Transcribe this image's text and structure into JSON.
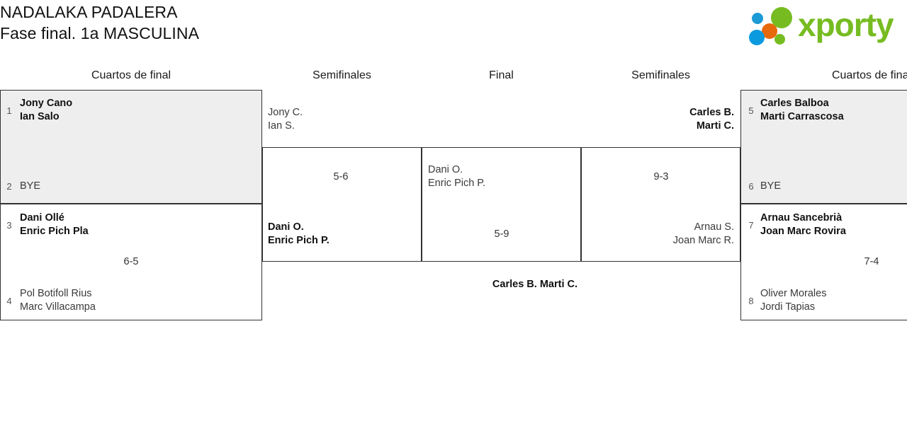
{
  "header": {
    "title_line1": "NADALAKA PADALERA",
    "title_line2": "Fase final. 1a MASCULINA",
    "logo_text": "xporty"
  },
  "rounds": {
    "qf_left": "Cuartos de final",
    "sf_left": "Semifinales",
    "final": "Final",
    "sf_right": "Semifinales",
    "qf_right": "Cuartos de final"
  },
  "bracket": {
    "quarterfinals_left": [
      {
        "score": "",
        "top": {
          "seed": "1",
          "player1": "Jony Cano",
          "player2": "Ian Salo",
          "result": "winner"
        },
        "bottom": {
          "seed": "2",
          "player1": "BYE",
          "player2": "",
          "result": "loser"
        }
      },
      {
        "score": "6-5",
        "top": {
          "seed": "3",
          "player1": "Dani Ollé",
          "player2": "Enric Pich Pla",
          "result": "winner"
        },
        "bottom": {
          "seed": "4",
          "player1": "Pol Botifoll Rius",
          "player2": "Marc Villacampa",
          "result": "loser"
        }
      }
    ],
    "semifinal_left": {
      "score": "5-6",
      "top": {
        "player1": "Jony C.",
        "player2": "Ian S.",
        "result": "loser"
      },
      "bottom": {
        "player1": "Dani O.",
        "player2": "Enric Pich P.",
        "result": "winner"
      }
    },
    "final": {
      "score": "5-9",
      "left": {
        "player1": "Dani O.",
        "player2": "Enric Pich P.",
        "result": "loser"
      },
      "right": {
        "player1": "Carles B.",
        "player2": "Marti C.",
        "result": "winner"
      },
      "champion": {
        "player1": "Carles B.",
        "player2": "Marti C."
      }
    },
    "semifinal_right": {
      "score": "9-3",
      "top": {
        "player1": "Carles B.",
        "player2": "Marti C.",
        "result": "winner"
      },
      "bottom": {
        "player1": "Arnau S.",
        "player2": "Joan Marc R.",
        "result": "loser"
      }
    },
    "quarterfinals_right": [
      {
        "score": "",
        "top": {
          "seed": "5",
          "player1": "Carles Balboa",
          "player2": "Marti Carrascosa",
          "result": "winner"
        },
        "bottom": {
          "seed": "6",
          "player1": "BYE",
          "player2": "",
          "result": "loser"
        }
      },
      {
        "score": "7-4",
        "top": {
          "seed": "7",
          "player1": "Arnau Sancebrià",
          "player2": "Joan Marc Rovira",
          "result": "winner"
        },
        "bottom": {
          "seed": "8",
          "player1": "Oliver Morales",
          "player2": "Jordi Tapias",
          "result": "loser"
        }
      }
    ]
  },
  "colors": {
    "logo_green": "#76bc21",
    "logo_blue": "#0c9ade",
    "logo_orange": "#e8690b",
    "box_shade": "#eeeeee",
    "box_border": "#333333"
  }
}
